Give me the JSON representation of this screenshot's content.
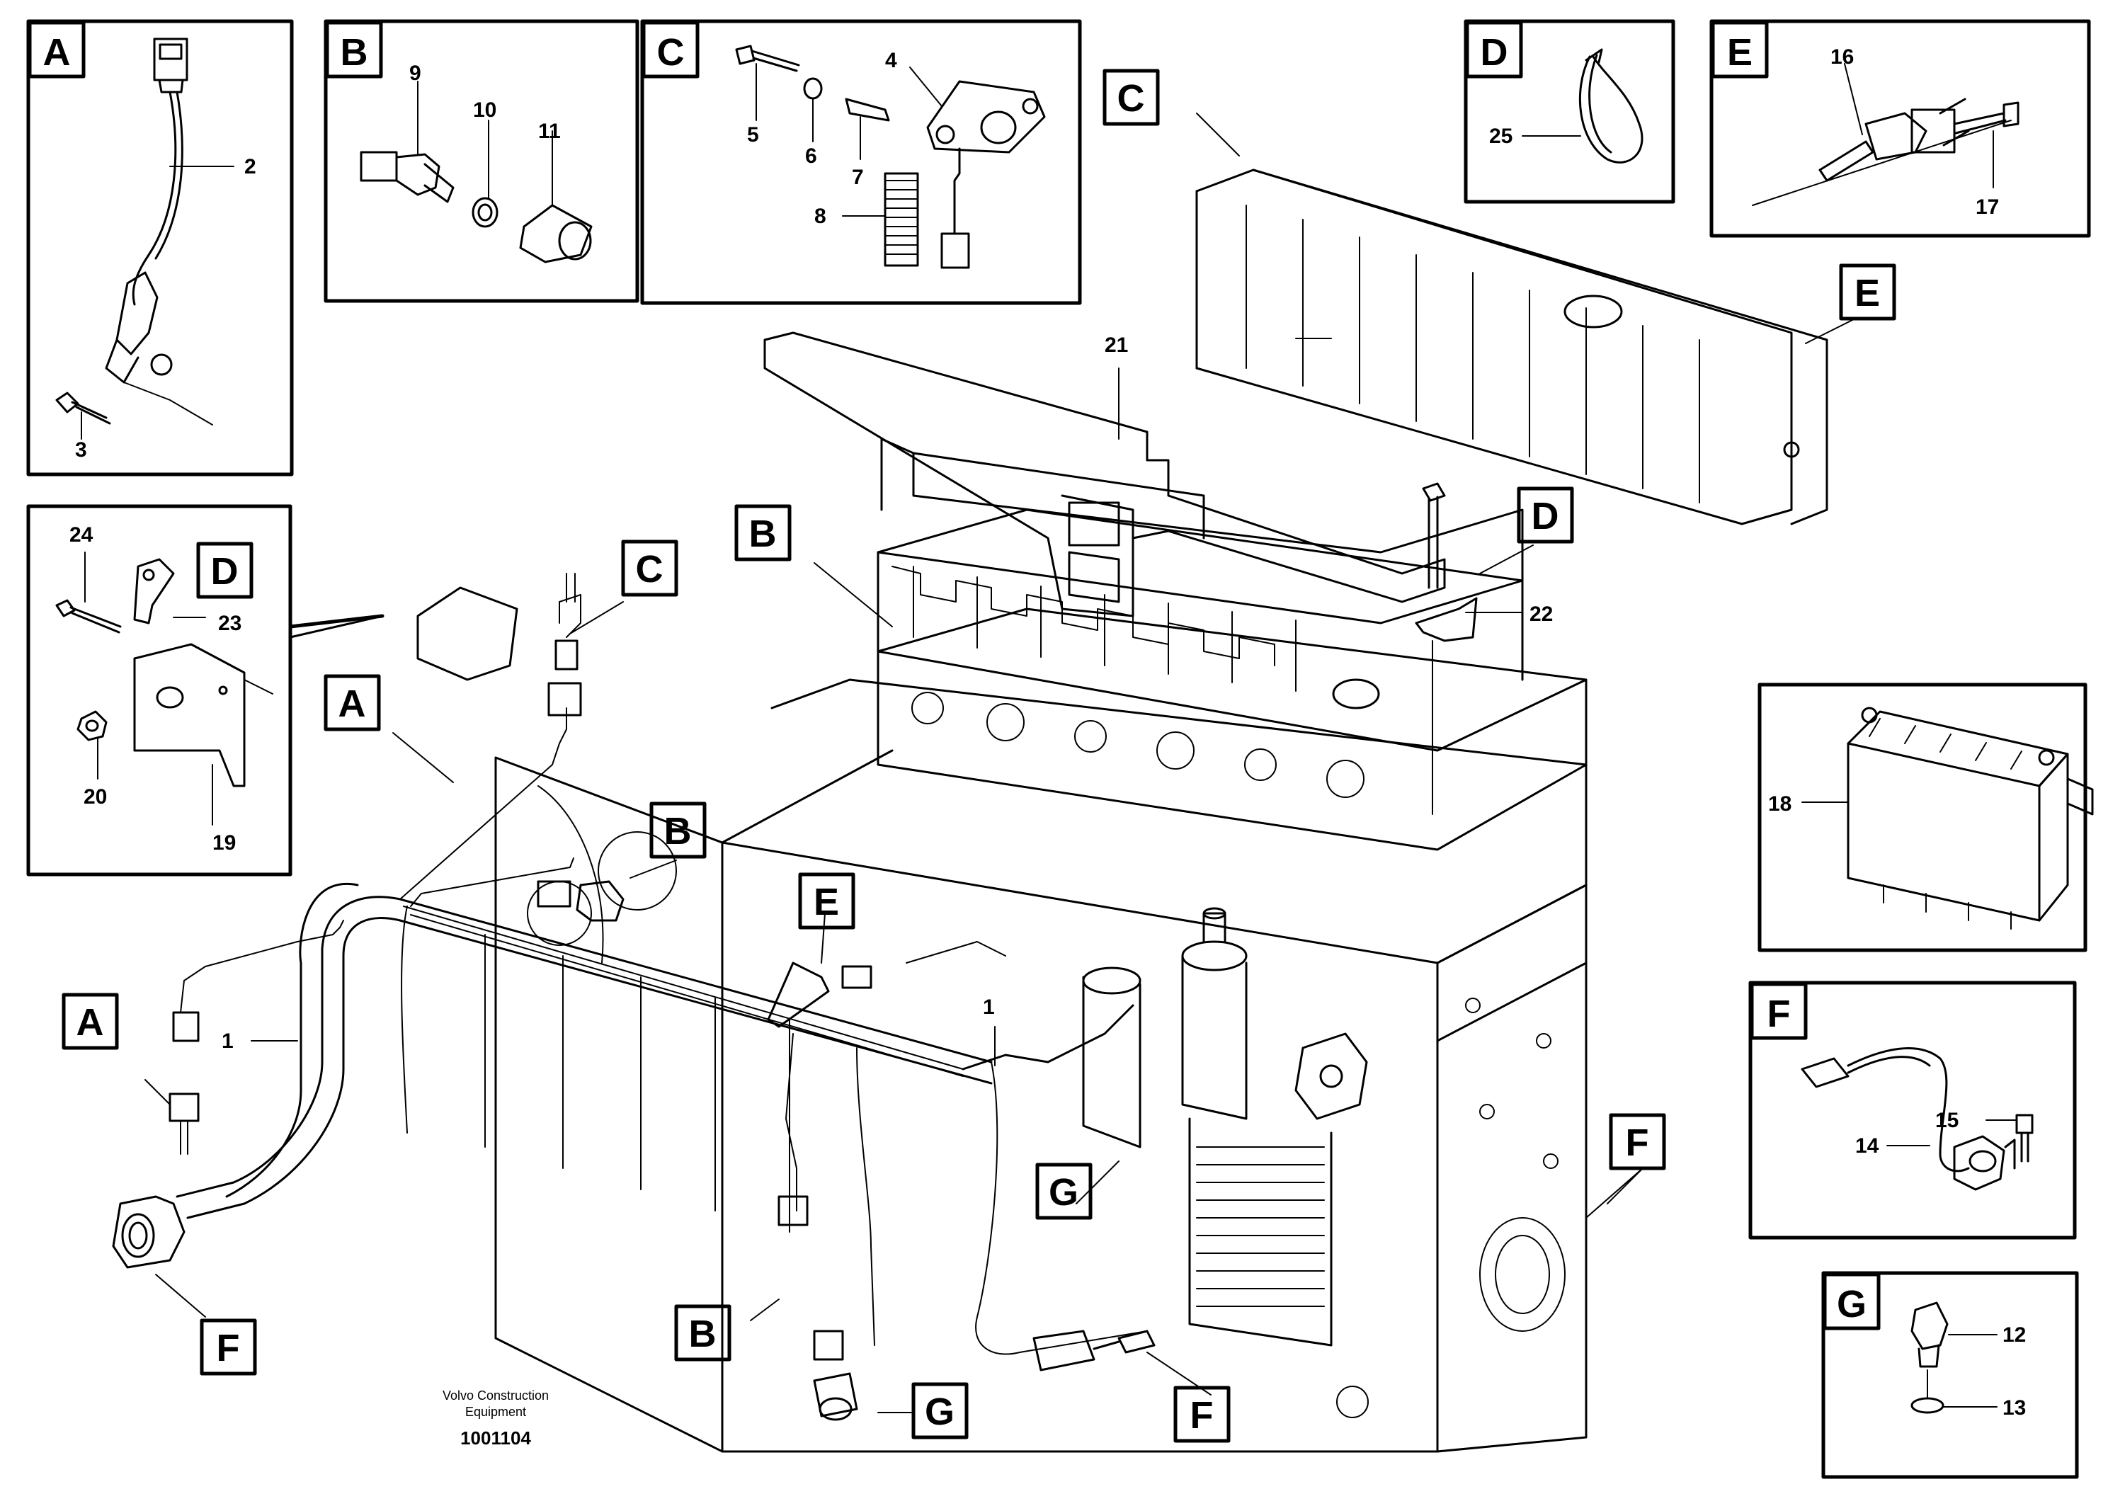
{
  "footer": {
    "brand_line1": "Volvo Construction",
    "brand_line2": "Equipment",
    "drawing_number": "1001104"
  },
  "inset_letters": [
    "A",
    "B",
    "C",
    "D",
    "E",
    "F",
    "G"
  ],
  "callout_letters": [
    "A",
    "B",
    "C",
    "D",
    "E",
    "F",
    "G"
  ],
  "part_numbers": [
    "1",
    "2",
    "3",
    "4",
    "5",
    "6",
    "7",
    "8",
    "9",
    "10",
    "11",
    "12",
    "13",
    "14",
    "15",
    "16",
    "17",
    "18",
    "19",
    "20",
    "21",
    "22",
    "23",
    "24",
    "25"
  ],
  "colors": {
    "line": "#000000",
    "background": "#ffffff"
  }
}
